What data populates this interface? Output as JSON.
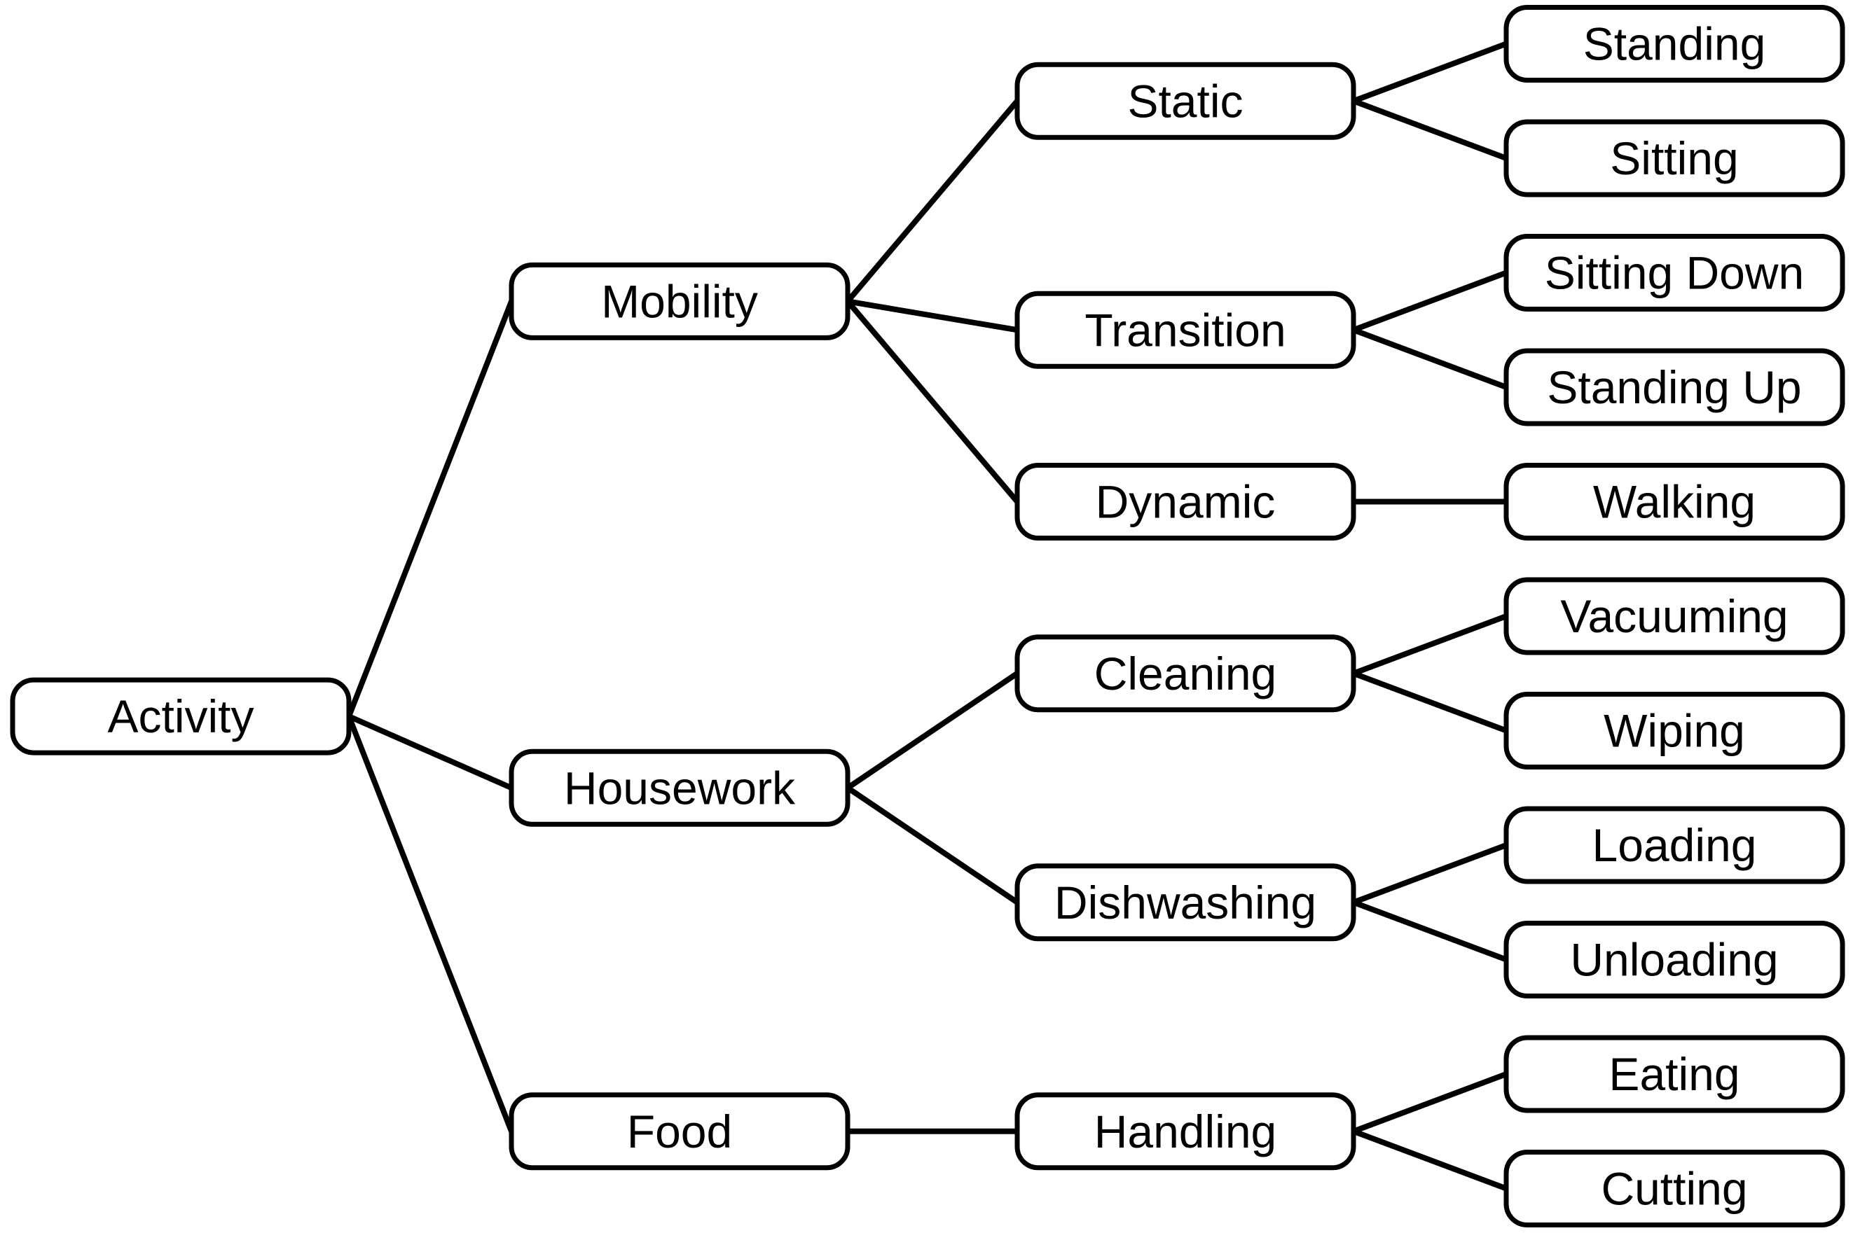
{
  "diagram": {
    "type": "tree",
    "orientation": "left-to-right",
    "colors": {
      "ink": "#000000",
      "paper": "#ffffff"
    },
    "root": {
      "label": "Activity",
      "children": [
        {
          "label": "Mobility",
          "children": [
            {
              "label": "Static",
              "children": [
                {
                  "label": "Standing"
                },
                {
                  "label": "Sitting"
                }
              ]
            },
            {
              "label": "Transition",
              "children": [
                {
                  "label": "Sitting Down"
                },
                {
                  "label": "Standing Up"
                }
              ]
            },
            {
              "label": "Dynamic",
              "children": [
                {
                  "label": "Walking"
                }
              ]
            }
          ]
        },
        {
          "label": "Housework",
          "children": [
            {
              "label": "Cleaning",
              "children": [
                {
                  "label": "Vacuuming"
                },
                {
                  "label": "Wiping"
                }
              ]
            },
            {
              "label": "Dishwashing",
              "children": [
                {
                  "label": "Loading"
                },
                {
                  "label": "Unloading"
                }
              ]
            }
          ]
        },
        {
          "label": "Food",
          "children": [
            {
              "label": "Handling",
              "children": [
                {
                  "label": "Eating"
                },
                {
                  "label": "Cutting"
                }
              ]
            }
          ]
        }
      ]
    }
  }
}
